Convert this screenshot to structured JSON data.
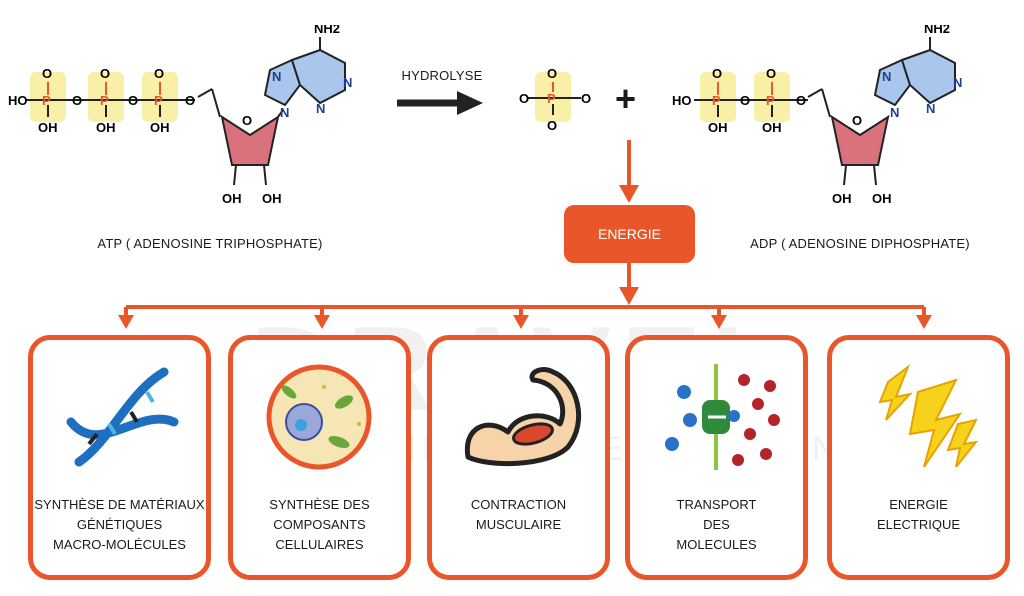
{
  "colors": {
    "accent": "#e8562a",
    "phosphate_fill": "#f7f0a6",
    "sugar_fill": "#d9727c",
    "base_fill": "#a9c7ec"
  },
  "hydrolysis": {
    "label": "HYDROLYSE",
    "plus": "+"
  },
  "atp": {
    "caption": "ATP ( ADENOSINE TRIPHOSPHATE)",
    "atoms": {
      "ho": "HO",
      "p": "P",
      "o": "O",
      "oh": "OH",
      "n": "N",
      "nh2": "NH2"
    }
  },
  "adp": {
    "caption": "ADP ( ADENOSINE DIPHOSPHATE)"
  },
  "energie": {
    "label": "ENERGIE"
  },
  "watermark": {
    "title": "DRAVEL",
    "subtitle": "DEFINED OF PERFORMANCE"
  },
  "cards": [
    {
      "title": "SYNTHÈSE DE MATÉRIAUX\nGÉNÉTIQUES\nMACRO-MOLÉCULES",
      "icon": "dna-icon"
    },
    {
      "title": "SYNTHÈSE DES\nCOMPOSANTS\nCELLULAIRES",
      "icon": "cell-icon"
    },
    {
      "title": "CONTRACTION\nMUSCULAIRE",
      "icon": "muscle-icon"
    },
    {
      "title": "TRANSPORT\nDES\nMOLECULES",
      "icon": "membrane-transport-icon"
    },
    {
      "title": "ENERGIE\nELECTRIQUE",
      "icon": "lightning-icon"
    }
  ]
}
